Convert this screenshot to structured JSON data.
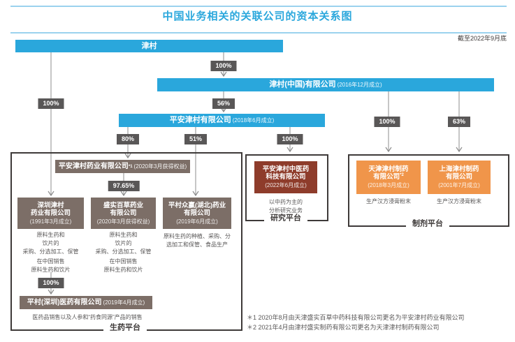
{
  "header": {
    "title": "中国业务相关的关联公司的资本关系图",
    "as_of": "截至2022年9月底"
  },
  "badges": {
    "tsumura_to_china": "100%",
    "tsumura_to_shenzhen": "100%",
    "china_to_pingan": "56%",
    "china_to_tianjin": "100%",
    "china_to_shanghai": "63%",
    "pingan_to_pharma": "80%",
    "pingan_to_zhongying": "51%",
    "pingan_to_tcm": "100%",
    "pharma_to_shengshi": "97.65%",
    "shenzhen_to_pingcun": "100%"
  },
  "companies": {
    "tsumura": {
      "name": "津村"
    },
    "tsumura_china": {
      "name": "津村(中国)有限公司",
      "note": "(2016年12月成立)"
    },
    "pingan_tsumura": {
      "name": "平安津村有限公司",
      "note": "(2018年6月成立)"
    },
    "pingan_pharma": {
      "name": "平安津村药业有限公司",
      "sup": "*1",
      "note": "(2020年3月获得权益)"
    },
    "shenzhen_tsumura": {
      "line1": "深圳津村",
      "line2": "药业有限公司",
      "note": "(1991年3月成立)",
      "desc1": "原料生药和\n饮片的\n采购、分选加工、保管",
      "desc2": "在中国销售\n原料生药和饮片"
    },
    "shengshi_baicao": {
      "line1": "盛实百草药业",
      "line2": "有限公司",
      "note": "(2020年3月获得权益)",
      "desc1": "原料生药和\n饮片的\n采购、分选加工、保管",
      "desc2": "在中国销售\n原料生药和饮片"
    },
    "pingcun_zhongying": {
      "line1": "平村众赢(湖北)药业",
      "line2": "有限公司",
      "note": "(2019年6月成立)",
      "desc1": "原料生药的种植、采购、分\n选加工和保管、食品生产"
    },
    "pingcun_shenzhen": {
      "name": "平村(深圳)医药有限公司",
      "note": "(2019年4月成立)",
      "desc1": "医药品销售以及人参和“药食同源”产品的销售"
    },
    "pingan_tcm": {
      "line1": "平安津村中医药",
      "line2": "科技有限公司",
      "note": "(2022年6月成立)",
      "desc1": "以中药为主的\n分析研究业务"
    },
    "tianjin_tsumura": {
      "line1": "天津津村制药",
      "line2": "有限公司",
      "sup": "*2",
      "note": "(2018年3月成立)",
      "desc1": "生产汉方浸膏粉末"
    },
    "shanghai_tsumura": {
      "line1": "上海津村制药",
      "line2": "有限公司",
      "note": "(2001年7月成立)",
      "desc1": "生产汉方浸膏粉末"
    }
  },
  "platforms": {
    "crude_drug": "生药平台",
    "research": "研究平台",
    "formulation": "制剂平台"
  },
  "footnotes": {
    "n1": "＊1  2020年8月由天津盛实百草中药科技有限公司更名为平安津村药业有限公司",
    "n2": "＊2  2021年4月由津村盛实制药有限公司更名为天津津村制药有限公司"
  },
  "colors": {
    "accent_blue": "#2aa7dc",
    "taupe": "#7c6e67",
    "red": "#8e3c2b",
    "orange": "#f0954a",
    "badge_gray": "#595757"
  }
}
